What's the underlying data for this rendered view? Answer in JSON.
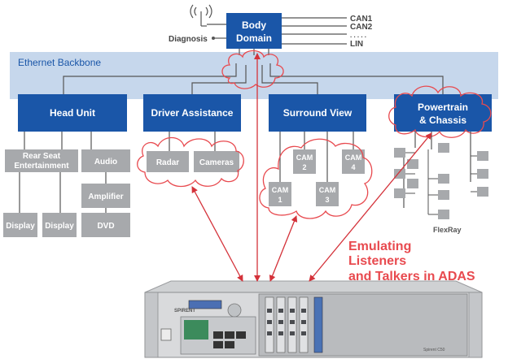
{
  "colors": {
    "block": "#1a56a8",
    "grey_box": "#a7a9ac",
    "backbone": "#c6d7ec",
    "cloud": "#e84a4f",
    "arrow": "#d4323a",
    "emphasis_text": "#e84a4f"
  },
  "body_domain": {
    "line1": "Body",
    "line2": "Domain"
  },
  "antenna": {
    "icon": "antenna-icon"
  },
  "diagnosis_label": "Diagnosis",
  "bus_labels": {
    "can1": "CAN1",
    "can2": "CAN2",
    "dots": ". . . . .",
    "lin": "LIN"
  },
  "backbone_label": "Ethernet Backbone",
  "domains": {
    "head_unit": "Head Unit",
    "driver_assistance": "Driver Assistance",
    "surround_view": "Surround View",
    "powertrain_line1": "Powertrain",
    "powertrain_line2": "& Chassis"
  },
  "head_unit_children": {
    "rse_line1": "Rear Seat",
    "rse_line2": "Entertainment",
    "audio": "Audio",
    "amplifier": "Amplifier",
    "dvd": "DVD",
    "display_1": "Display",
    "display_2": "Display"
  },
  "driver_assistance_children": {
    "radar": "Radar",
    "cameras": "Cameras"
  },
  "cams": [
    {
      "l1": "CAM",
      "l2": "1"
    },
    {
      "l1": "CAM",
      "l2": "2"
    },
    {
      "l1": "CAM",
      "l2": "3"
    },
    {
      "l1": "CAM",
      "l2": "4"
    }
  ],
  "flexray_label": "FlexRay",
  "emulating": {
    "line1": "Emulating",
    "line2": "Listeners",
    "line3": "and Talkers in ADAS"
  },
  "device": {
    "brand": "SPIRENT",
    "model": "Spirent C50"
  }
}
